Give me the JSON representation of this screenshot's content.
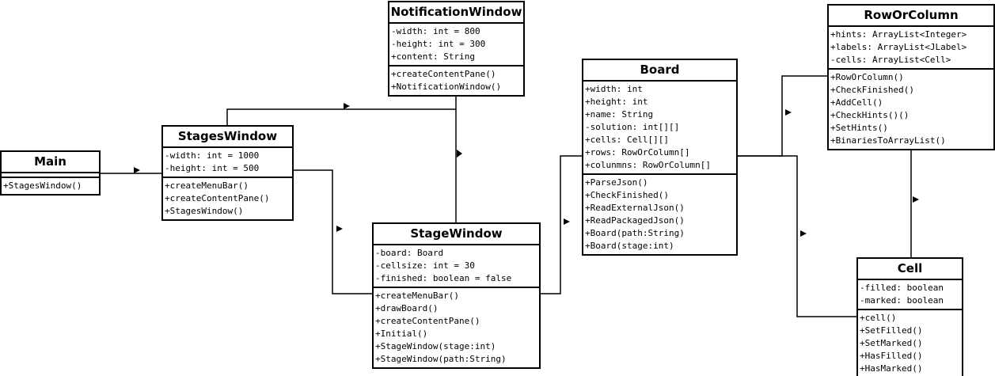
{
  "colors": {
    "line": "#000000",
    "fill": "#ffffff"
  },
  "classes": {
    "main": {
      "name": "Main",
      "attributes": [],
      "methods": [
        "+StagesWindow()"
      ]
    },
    "stages_window": {
      "name": "StagesWindow",
      "attributes": [
        "-width: int = 1000",
        "-height: int  = 500"
      ],
      "methods": [
        "+createMenuBar()",
        "+createContentPane()",
        "+StagesWindow()"
      ]
    },
    "notification_window": {
      "name": "NotificationWindow",
      "attributes": [
        "-width: int = 800",
        "-height: int = 300",
        "+content: String"
      ],
      "methods": [
        "+createContentPane()",
        "+NotificationWindow()"
      ]
    },
    "stage_window": {
      "name": "StageWindow",
      "attributes": [
        "-board: Board",
        "-cellsize: int = 30",
        "-finished: boolean = false"
      ],
      "methods": [
        "+createMenuBar()",
        "+drawBoard()",
        "+createContentPane()",
        "+Initial()",
        "+StageWindow(stage:int)",
        "+StageWindow(path:String)"
      ]
    },
    "board": {
      "name": "Board",
      "attributes": [
        "+width: int",
        "+height: int",
        "+name: String",
        "-solution: int[][]",
        "+cells: Cell[][]",
        "+rows: RowOrColumn[]",
        "+colunmns: RowOrColumn[]"
      ],
      "methods": [
        "+ParseJson()",
        "+CheckFinished()",
        "+ReadExternalJson()",
        "+ReadPackagedJson()",
        "+Board(path:String)",
        "+Board(stage:int)"
      ]
    },
    "row_or_column": {
      "name": "RowOrColumn",
      "attributes": [
        "+hints: ArrayList<Integer>",
        "+labels: ArrayList<JLabel>",
        "-cells: ArrayList<Cell>"
      ],
      "methods": [
        "+RowOrColumn()",
        "+CheckFinished()",
        "+AddCell()",
        "+CheckHints()()",
        "+SetHints()",
        "+BinariesToArrayList()"
      ]
    },
    "cell": {
      "name": "Cell",
      "attributes": [
        "-filled: boolean",
        "-marked: boolean"
      ],
      "methods": [
        "+cell()",
        "+SetFilled()",
        "+SetMarked()",
        "+HasFilled()",
        "+HasMarked()"
      ]
    }
  }
}
